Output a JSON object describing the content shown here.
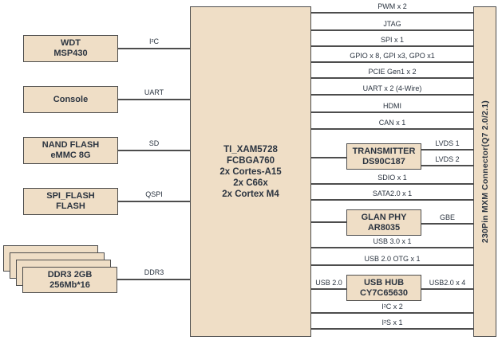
{
  "colors": {
    "block_fill": "#efdec6",
    "block_border": "#4d4d4d",
    "wire": "#4d4d4d",
    "text": "#2b3440",
    "background": "#ffffff"
  },
  "center_block": {
    "line1": "TI_XAM5728",
    "line2": "FCBGA760",
    "line3": "2x Cortes-A15",
    "line4": "2x C66x",
    "line5": "2x Cortex M4"
  },
  "connector": {
    "label": "230Pin MXM Connector(Q7 2.0/2.1)"
  },
  "left_blocks": {
    "wdt": {
      "line1": "WDT",
      "line2": "MSP430",
      "bus": "I²C"
    },
    "console": {
      "line1": "Console",
      "bus": "UART"
    },
    "nand": {
      "line1": "NAND FLASH",
      "line2": "eMMC 8G",
      "bus": "SD"
    },
    "spi_flash": {
      "line1": "SPI_FLASH",
      "line2": "FLASH",
      "bus": "QSPI"
    },
    "ddr3": {
      "line1": "DDR3 2GB",
      "line2": "256Mb*16",
      "bus": "DDR3"
    }
  },
  "right_buses": [
    "PWM x 2",
    "JTAG",
    "SPI x 1",
    "GPIO x 8, GPI x3, GPO x1",
    "PCIE Gen1 x 2",
    "UART x 2 (4-Wire)",
    "HDMI",
    "CAN x 1",
    "SDIO x 1",
    "SATA2.0 x 1",
    "USB 3.0 x 1",
    "USB 2.0 OTG x 1",
    "I²C x 2",
    "I²S x 1"
  ],
  "sub_blocks": {
    "transmitter": {
      "line1": "TRANSMITTER",
      "line2": "DS90C187",
      "out1": "LVDS 1",
      "out2": "LVDS 2"
    },
    "glan_phy": {
      "line1": "GLAN PHY",
      "line2": "AR8035",
      "out": "GBE"
    },
    "usb_hub": {
      "line1": "USB HUB",
      "line2": "CY7C65630",
      "in": "USB 2.0",
      "out": "USB2.0 x 4"
    }
  }
}
